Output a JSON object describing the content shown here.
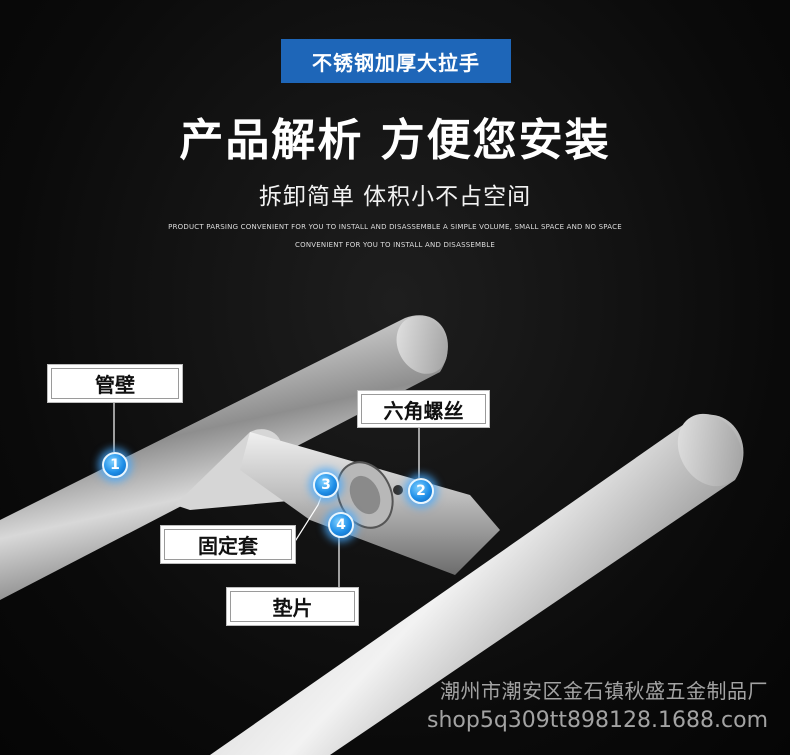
{
  "header": {
    "tag": "不锈钢加厚大拉手",
    "headline": "产品解析 方便您安装",
    "subline": "拆卸简单 体积小不占空间",
    "english_line_1": "PRODUCT PARSING CONVENIENT FOR YOU TO INSTALL AND DISASSEMBLE A SIMPLE VOLUME, SMALL SPACE AND NO SPACE",
    "english_line_2": "CONVENIENT FOR YOU TO INSTALL AND DISASSEMBLE"
  },
  "callouts": [
    {
      "number": "1",
      "label": "管壁"
    },
    {
      "number": "2",
      "label": "六角螺丝"
    },
    {
      "number": "3",
      "label": "固定套"
    },
    {
      "number": "4",
      "label": "垫片"
    }
  ],
  "watermark": {
    "company": "潮州市潮安区金石镇秋盛五金制品厂",
    "shop": "shop5q309tt898128.1688.com"
  },
  "colors": {
    "background": "#0b0b0b",
    "tag_blue": "#1e66b8",
    "pin_blue": "#1f8fe8",
    "steel": "#c8c8c8"
  }
}
